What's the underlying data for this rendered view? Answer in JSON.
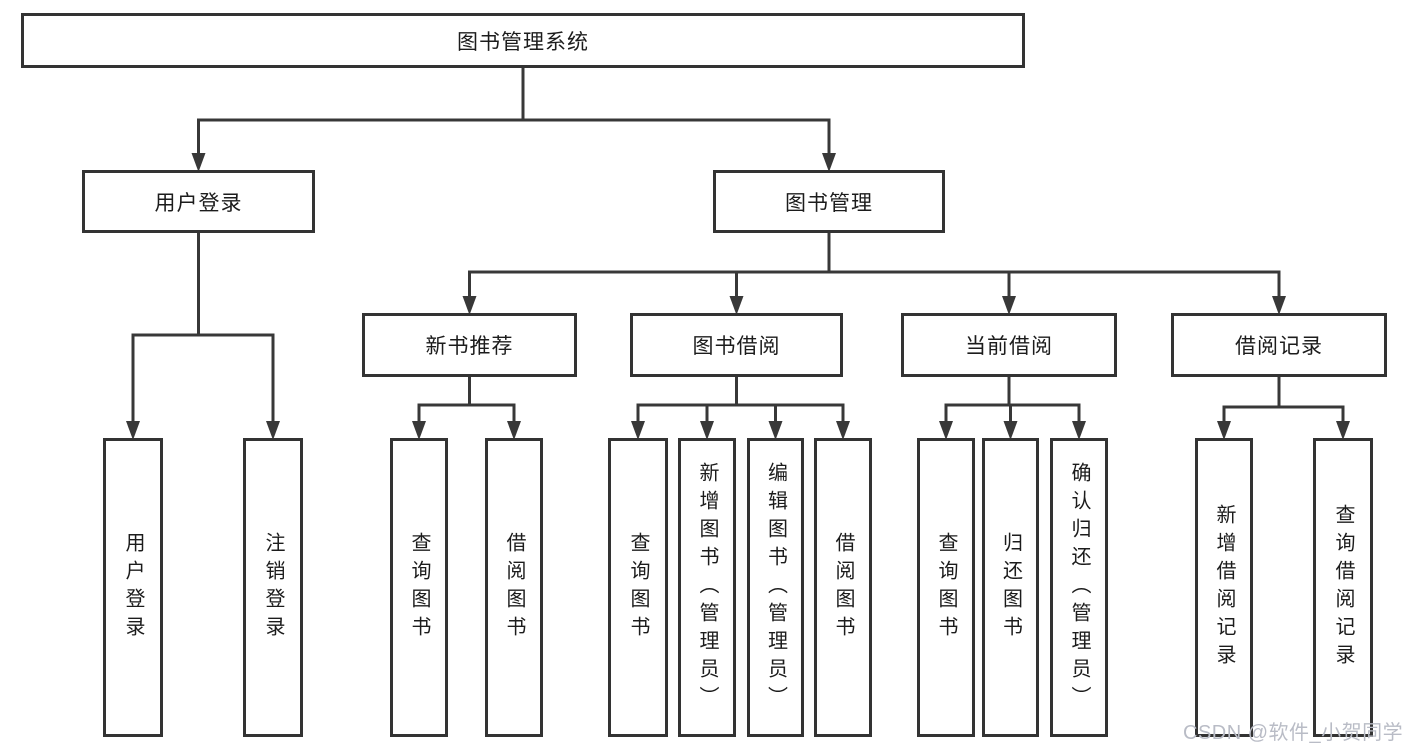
{
  "diagram": {
    "title": "图书管理系统",
    "watermark": "CSDN @软件_小贺同学",
    "colors": {
      "line": "#383838",
      "box_border": "#333333",
      "text": "#1c1c1c",
      "watermark": "#b9bcc6",
      "background": "#ffffff"
    },
    "nodes": [
      {
        "id": "root",
        "label": "图书管理系统",
        "level": 0,
        "text_direction": "horizontal"
      },
      {
        "id": "user-login",
        "label": "用户登录",
        "level": 1,
        "text_direction": "horizontal"
      },
      {
        "id": "book-mgmt",
        "label": "图书管理",
        "level": 1,
        "text_direction": "horizontal"
      },
      {
        "id": "new-book-rec",
        "label": "新书推荐",
        "level": 2,
        "text_direction": "horizontal"
      },
      {
        "id": "book-borrow",
        "label": "图书借阅",
        "level": 2,
        "text_direction": "horizontal"
      },
      {
        "id": "current-borrow",
        "label": "当前借阅",
        "level": 2,
        "text_direction": "horizontal"
      },
      {
        "id": "borrow-records",
        "label": "借阅记录",
        "level": 2,
        "text_direction": "horizontal"
      },
      {
        "id": "leaf-user-login",
        "label": "用户登录",
        "level": 3,
        "text_direction": "vertical"
      },
      {
        "id": "leaf-logout",
        "label": "注销登录",
        "level": 3,
        "text_direction": "vertical"
      },
      {
        "id": "leaf-nbr-query",
        "label": "查询图书",
        "level": 3,
        "text_direction": "vertical"
      },
      {
        "id": "leaf-nbr-borrow",
        "label": "借阅图书",
        "level": 3,
        "text_direction": "vertical"
      },
      {
        "id": "leaf-bb-query",
        "label": "查询图书",
        "level": 3,
        "text_direction": "vertical"
      },
      {
        "id": "leaf-bb-add",
        "label": "新增图书（管理员）",
        "level": 3,
        "text_direction": "vertical"
      },
      {
        "id": "leaf-bb-edit",
        "label": "编辑图书（管理员）",
        "level": 3,
        "text_direction": "vertical"
      },
      {
        "id": "leaf-bb-borrow",
        "label": "借阅图书",
        "level": 3,
        "text_direction": "vertical"
      },
      {
        "id": "leaf-cb-query",
        "label": "查询图书",
        "level": 3,
        "text_direction": "vertical"
      },
      {
        "id": "leaf-cb-return",
        "label": "归还图书",
        "level": 3,
        "text_direction": "vertical"
      },
      {
        "id": "leaf-cb-confirm",
        "label": "确认归还（管理员）",
        "level": 3,
        "text_direction": "vertical"
      },
      {
        "id": "leaf-br-add",
        "label": "新增借阅记录",
        "level": 3,
        "text_direction": "vertical"
      },
      {
        "id": "leaf-br-query",
        "label": "查询借阅记录",
        "level": 3,
        "text_direction": "vertical"
      }
    ],
    "edges": [
      {
        "parent": "root",
        "children": [
          "user-login",
          "book-mgmt"
        ]
      },
      {
        "parent": "user-login",
        "children": [
          "leaf-user-login",
          "leaf-logout"
        ]
      },
      {
        "parent": "book-mgmt",
        "children": [
          "new-book-rec",
          "book-borrow",
          "current-borrow",
          "borrow-records"
        ]
      },
      {
        "parent": "new-book-rec",
        "children": [
          "leaf-nbr-query",
          "leaf-nbr-borrow"
        ]
      },
      {
        "parent": "book-borrow",
        "children": [
          "leaf-bb-query",
          "leaf-bb-add",
          "leaf-bb-edit",
          "leaf-bb-borrow"
        ]
      },
      {
        "parent": "current-borrow",
        "children": [
          "leaf-cb-query",
          "leaf-cb-return",
          "leaf-cb-confirm"
        ]
      },
      {
        "parent": "borrow-records",
        "children": [
          "leaf-br-add",
          "leaf-br-query"
        ]
      }
    ]
  }
}
